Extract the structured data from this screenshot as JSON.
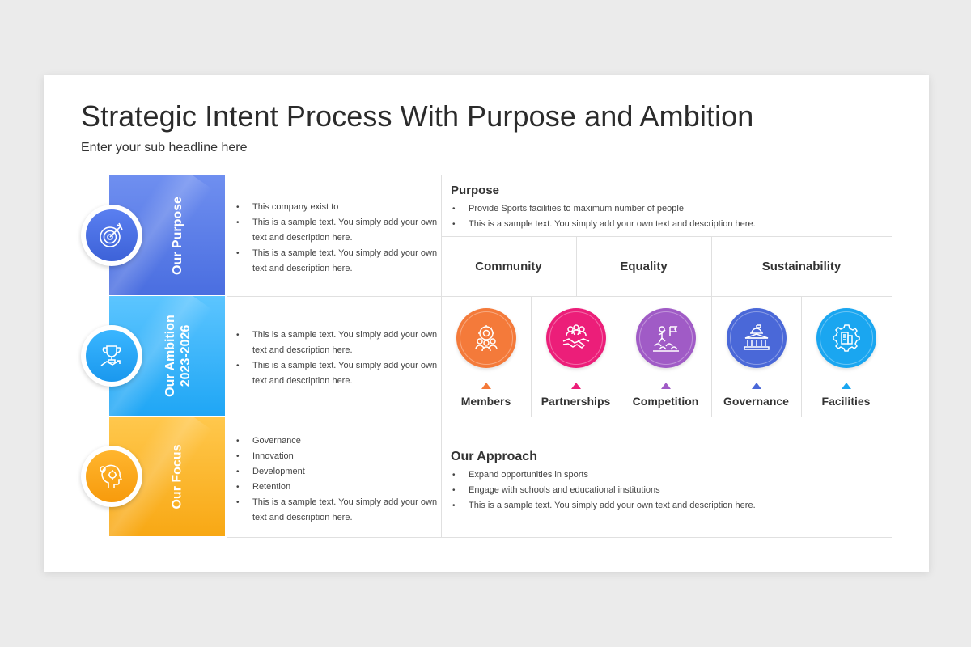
{
  "title": "Strategic Intent Process With Purpose and Ambition",
  "subtitle": "Enter your sub headline here",
  "rows": [
    {
      "label": "Our Purpose",
      "icon": "target-icon",
      "bullets": [
        "This company exist to",
        "This is a sample text. You simply add your own text and description here.",
        "This is a sample text. You simply add your own text and description here."
      ]
    },
    {
      "label": "Our Ambition\n2023-2026",
      "icon": "trophy-icon",
      "bullets": [
        "This is a sample text. You simply add your own text and description here.",
        "This is a sample text. You simply add your own text and description here."
      ]
    },
    {
      "label": "Our Focus",
      "icon": "head-idea-icon",
      "bullets": [
        "Governance",
        "Innovation",
        "Development",
        "Retention",
        "This is a sample text. You simply add your own text and description here."
      ]
    }
  ],
  "purpose": {
    "title": "Purpose",
    "bullets": [
      "Provide Sports facilities to maximum number of people",
      "This is a sample text. You simply add your own text and description here."
    ]
  },
  "values": [
    "Community",
    "Equality",
    "Sustainability"
  ],
  "pillars": [
    {
      "label": "Members",
      "icon": "group-gear-icon",
      "color": "#f47a3a"
    },
    {
      "label": "Partnerships",
      "icon": "handshake-icon",
      "color": "#ec1e79"
    },
    {
      "label": "Competition",
      "icon": "competition-icon",
      "color": "#a05bc6"
    },
    {
      "label": "Governance",
      "icon": "government-building-icon",
      "color": "#4a68d8"
    },
    {
      "label": "Facilities",
      "icon": "facility-gear-icon",
      "color": "#1aa6f0"
    }
  ],
  "approach": {
    "title": "Our Approach",
    "bullets": [
      "Expand opportunities in sports",
      "Engage with schools and educational institutions",
      "This is a sample text. You simply add your own text and description here."
    ]
  }
}
